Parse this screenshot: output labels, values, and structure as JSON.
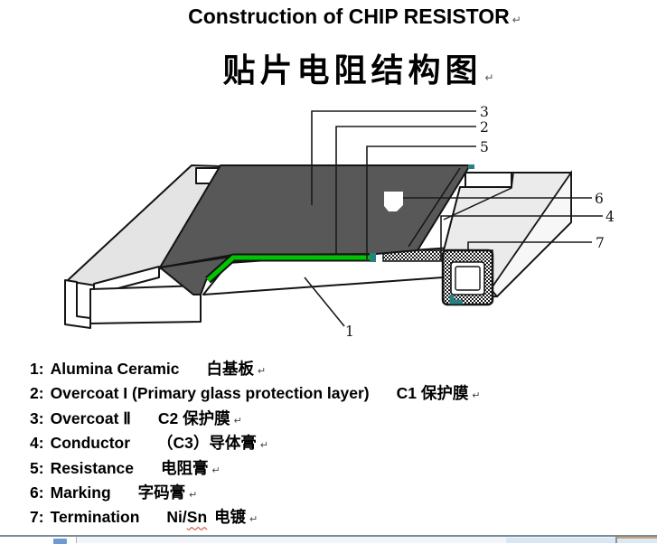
{
  "page": {
    "title": "Construction of CHIP RESISTOR",
    "subtitle_zh": "贴片电阻结构图",
    "return_mark": "↵"
  },
  "diagram": {
    "callouts": {
      "c1": "1",
      "c2": "2",
      "c3": "3",
      "c4": "4",
      "c5": "5",
      "c6": "6",
      "c7": "7"
    },
    "colors": {
      "overcoat_dark_gray": "#585858",
      "ceramic_light_gray": "#e4e4e4",
      "end_cap_gray": "#ebebeb",
      "resistance_green": "#00c400",
      "corner_teal": "#2a8080",
      "outline_black": "#141414"
    }
  },
  "legend": {
    "items": [
      {
        "num": "1:",
        "en": "Alumina Ceramic",
        "zh": "白基板"
      },
      {
        "num": "2:",
        "en": "Overcoat I (Primary glass protection layer)",
        "zh": "C1 保护膜"
      },
      {
        "num": "3:",
        "en": "Overcoat Ⅱ",
        "zh": "C2 保护膜"
      },
      {
        "num": "4:",
        "en": "Conductor",
        "zh": "（C3）导体膏"
      },
      {
        "num": "5:",
        "en": "Resistance",
        "zh": "电阻膏"
      },
      {
        "num": "6:",
        "en": "Marking",
        "zh": "字码膏"
      },
      {
        "num": "7:",
        "en": "Termination",
        "zh_pre": "Ni/",
        "zh_misspelled": "Sn",
        "zh_post": "电镀"
      }
    ]
  }
}
